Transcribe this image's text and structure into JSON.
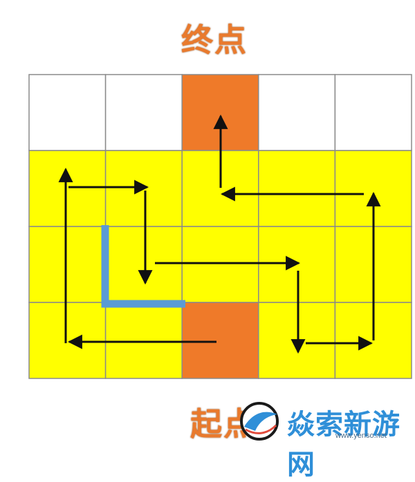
{
  "title_end": "终点",
  "title_start": "起点",
  "grid": {
    "cols": 5,
    "rows": 4,
    "cells": [
      [
        "white",
        "white",
        "orange",
        "white",
        "white"
      ],
      [
        "yellow",
        "yellow",
        "yellow",
        "yellow",
        "yellow"
      ],
      [
        "yellow",
        "yellow",
        "yellow",
        "yellow",
        "yellow"
      ],
      [
        "yellow",
        "yellow",
        "orange",
        "yellow",
        "yellow"
      ]
    ]
  },
  "colors": {
    "yellow": "#ffff00",
    "orange": "#ef7a29",
    "white": "#ffffff",
    "grid_line": "#8a8a8a",
    "arrow": "#111111",
    "wall": "#5a9bd5",
    "label": "#e97a2d"
  },
  "watermark": {
    "text": "焱索新游网",
    "url": "www.yenso.net"
  }
}
